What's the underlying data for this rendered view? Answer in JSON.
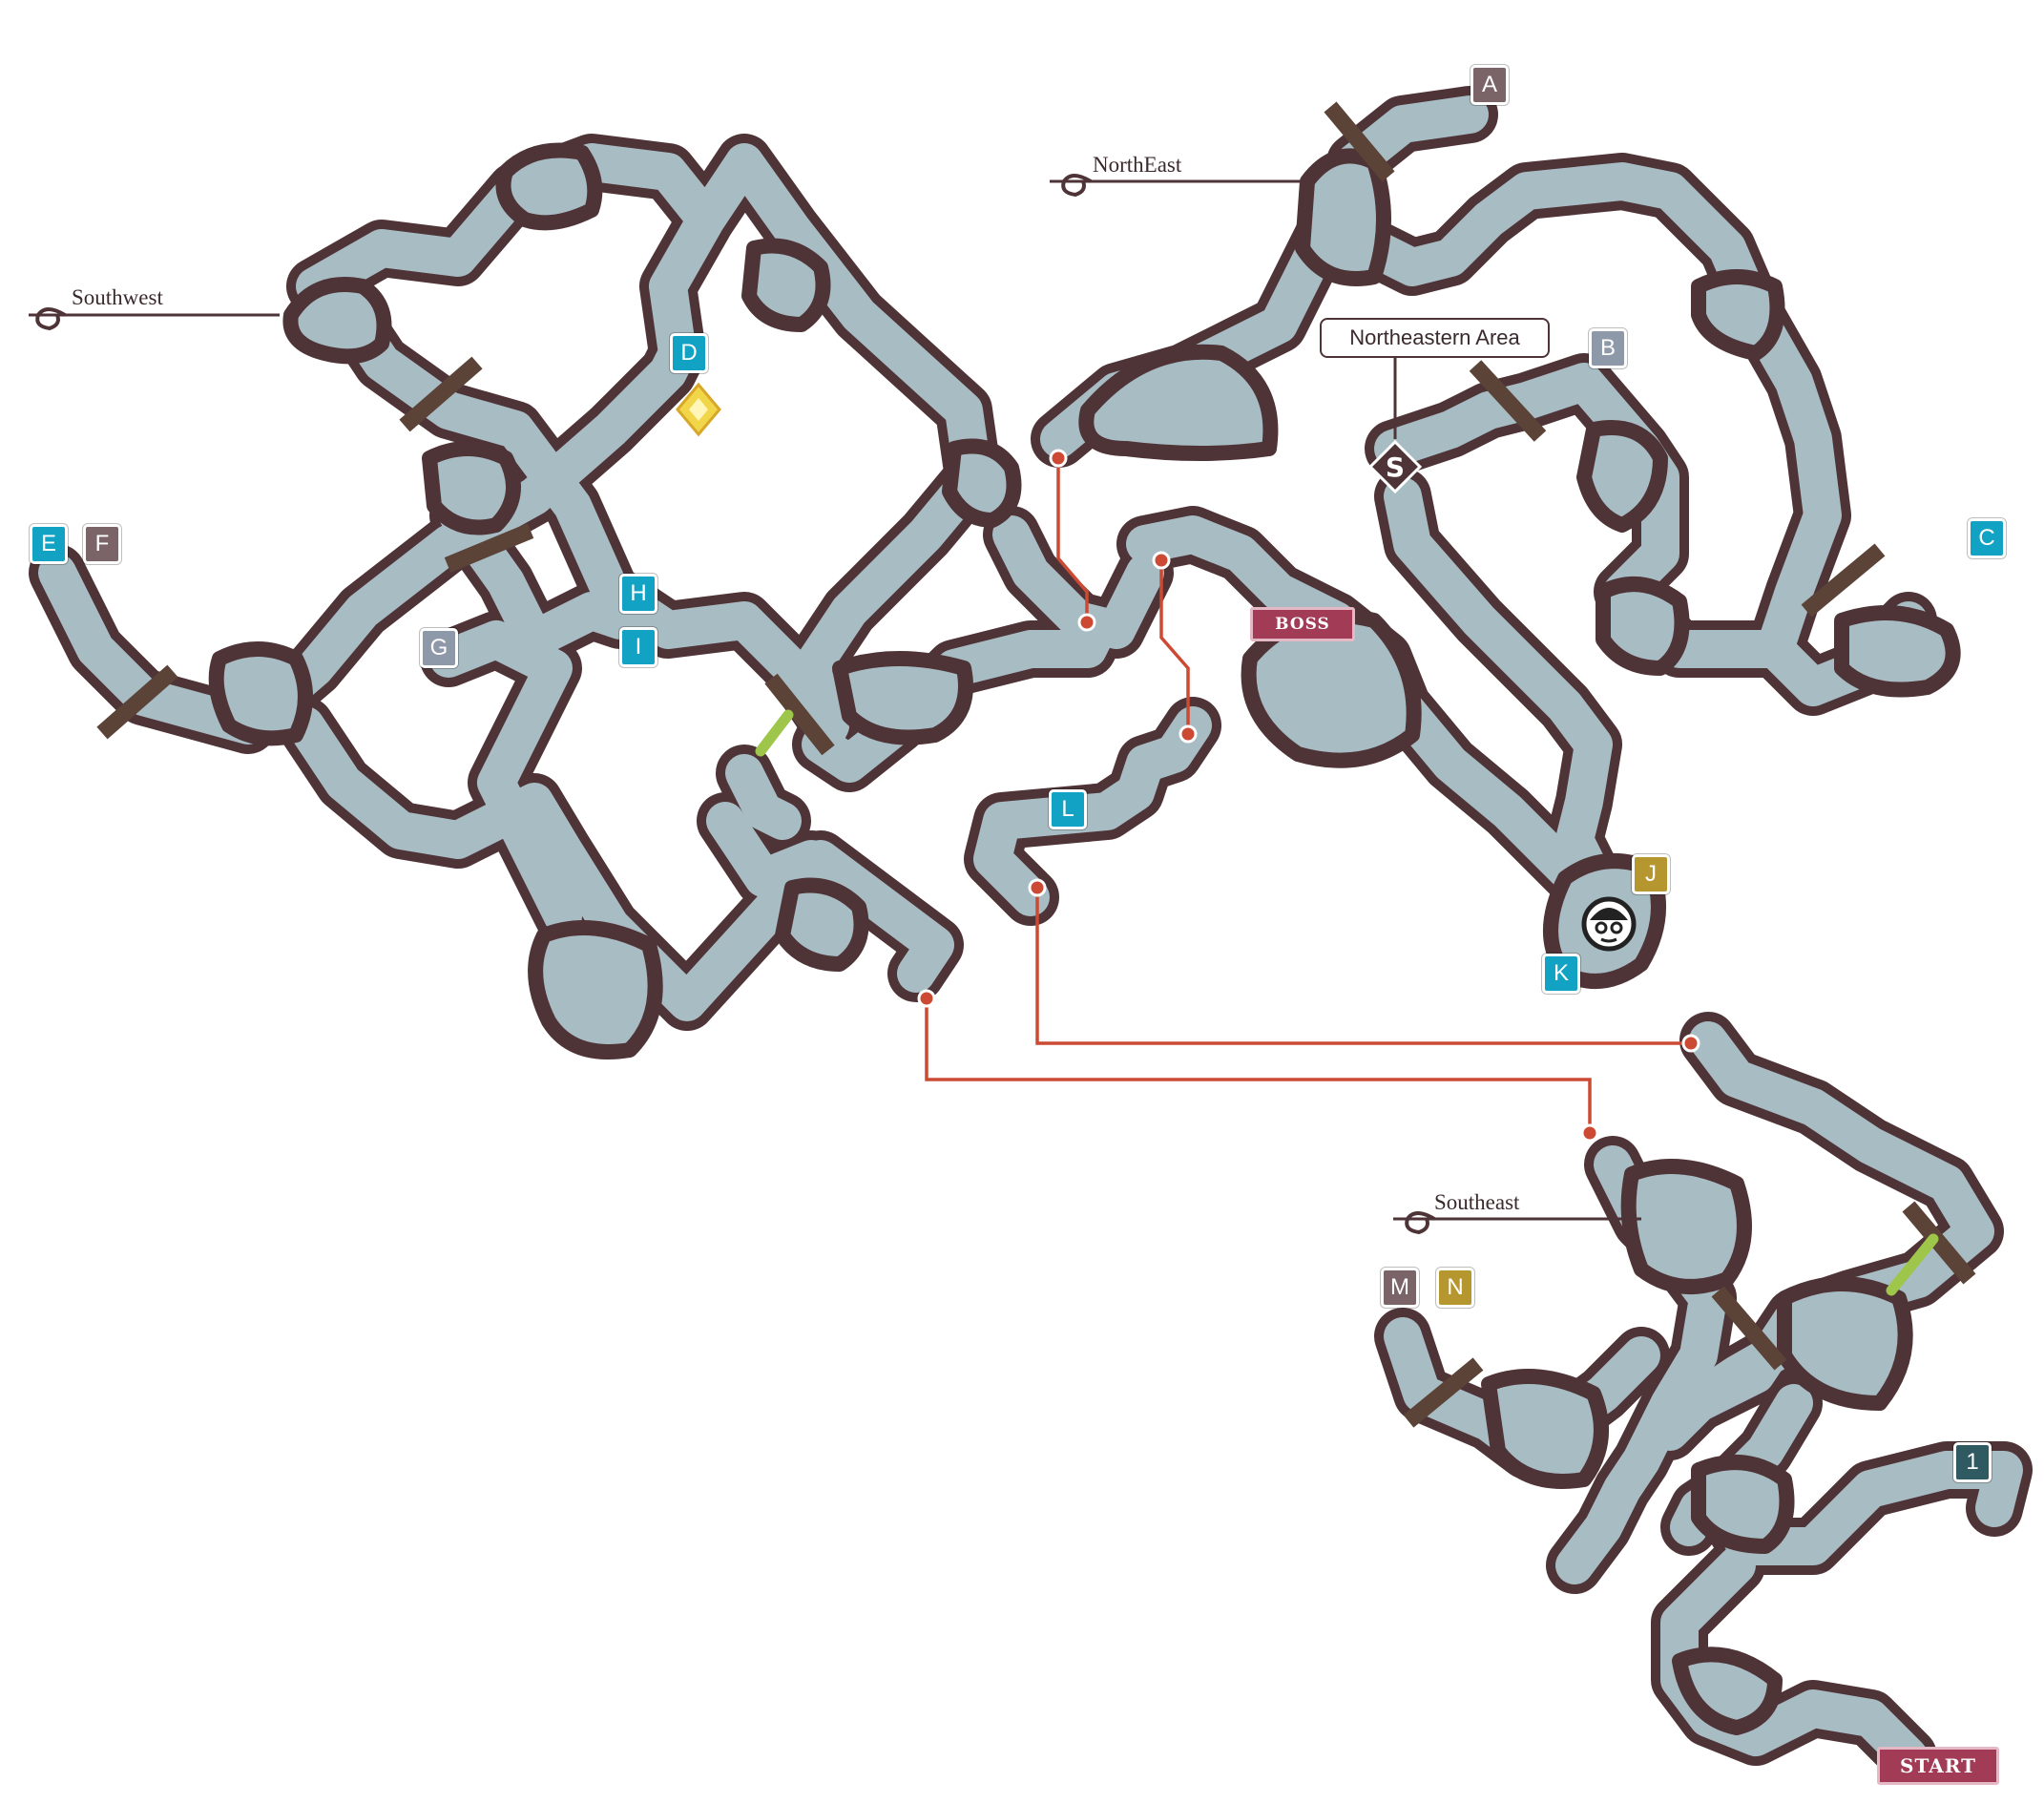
{
  "regions": {
    "southwest": "Southwest",
    "northeast": "NorthEast",
    "southeast": "Southeast",
    "northeastern_area": "Northeastern Area"
  },
  "markers": {
    "boss": "BOSS",
    "start": "START"
  },
  "labels": {
    "A": "A",
    "B": "B",
    "C": "C",
    "D": "D",
    "E": "E",
    "F": "F",
    "G": "G",
    "H": "H",
    "I": "I",
    "J": "J",
    "K": "K",
    "L": "L",
    "M": "M",
    "N": "N",
    "one": "1"
  },
  "colors": {
    "cave_fill": "#a8bcc3",
    "cave_outline": "#4e3337",
    "route": "#cc4a33",
    "door_closed": "#5b4338",
    "door_open": "#9dc64a",
    "label_blue": "#12a3c4",
    "label_brown": "#7a6468",
    "label_grey": "#8d98a8",
    "label_gold": "#b6962f",
    "label_teal_dark": "#2f5a62",
    "boss_tag": "#a13b56"
  },
  "icons": {
    "save_point": "save-point-icon",
    "crystal": "crystal-icon",
    "npc": "npc-face-icon",
    "region_marker": "swirl-icon"
  }
}
